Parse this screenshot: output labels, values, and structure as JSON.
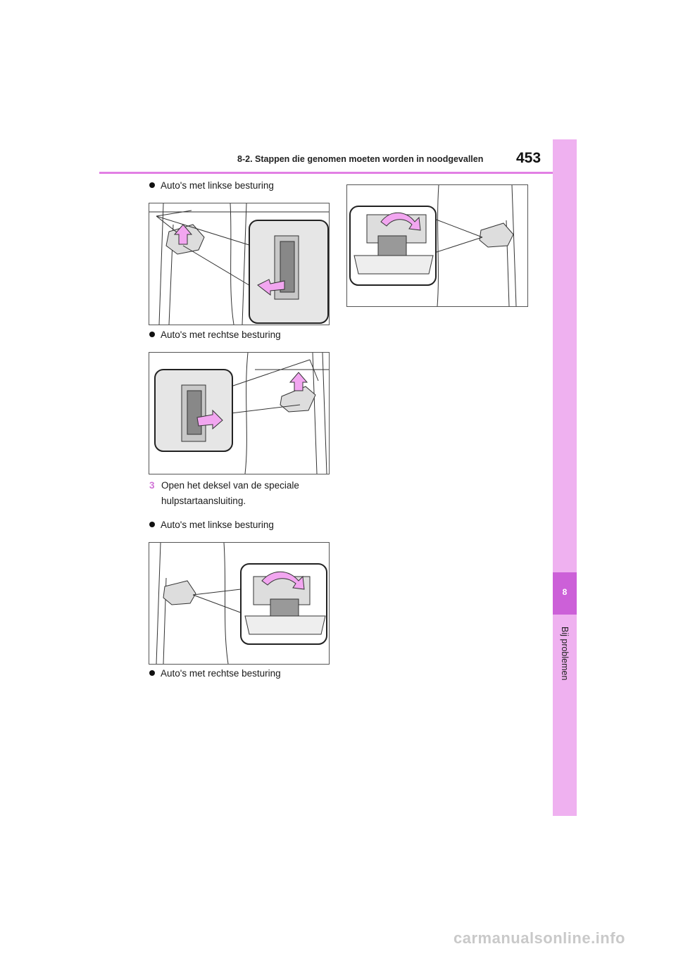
{
  "header": {
    "section_title": "8-2. Stappen die genomen moeten worden in noodgevallen",
    "page_number": "453"
  },
  "side_tab": {
    "chapter_number": "8",
    "chapter_label": "Bij problemen"
  },
  "content": {
    "bullet_lhd_1": "Auto's met linkse besturing",
    "bullet_rhd_1": "Auto's met rechtse besturing",
    "step": {
      "number": "3",
      "text": "Open het deksel van de speciale hulpstartaansluiting."
    },
    "bullet_lhd_2": "Auto's met linkse besturing",
    "bullet_rhd_2": "Auto's met rechtse besturing"
  },
  "footer": {
    "watermark": "carmanualsonline.info"
  },
  "colors": {
    "accent": "#e27fe4",
    "tab": "#efb1f0",
    "tab_active": "#cc60d8",
    "arrow": "#f2a6f0"
  }
}
